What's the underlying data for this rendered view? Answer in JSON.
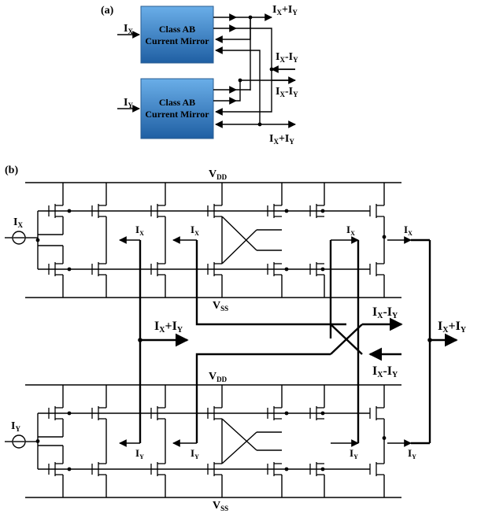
{
  "panels": {
    "a": "(a)",
    "b": "(b)"
  },
  "blocks": [
    {
      "line1": "Class AB",
      "line2": "Current Mirror",
      "input": "I",
      "input_sub": "X"
    },
    {
      "line1": "Class AB",
      "line2": "Current Mirror",
      "input": "I",
      "input_sub": "Y"
    }
  ],
  "outputs_a": [
    {
      "main": "I",
      "s1": "X",
      "op": "+I",
      "s2": "Y"
    },
    {
      "main": "I",
      "s1": "X",
      "op": "-I",
      "s2": "Y"
    },
    {
      "main": "I",
      "s1": "X",
      "op": "-I",
      "s2": "Y"
    },
    {
      "main": "I",
      "s1": "X",
      "op": "+I",
      "s2": "Y"
    }
  ],
  "rails": {
    "vdd": "V",
    "vdd_sub": "DD",
    "vss": "V",
    "vss_sub": "SS"
  },
  "inputs_b": {
    "x": "I",
    "x_sub": "X",
    "y": "I",
    "y_sub": "Y"
  },
  "branch_labels": {
    "x": "I",
    "x_sub": "X",
    "y": "I",
    "y_sub": "Y"
  },
  "outputs_b": [
    {
      "main": "I",
      "s1": "X",
      "op": "+I",
      "s2": "Y"
    },
    {
      "main": "I",
      "s1": "X",
      "op": "-I",
      "s2": "Y"
    },
    {
      "main": "I",
      "s1": "X",
      "op": "-I",
      "s2": "Y"
    },
    {
      "main": "I",
      "s1": "X",
      "op": "+I",
      "s2": "Y"
    }
  ],
  "colors": {
    "block_top": "#5aa0df",
    "block_bottom": "#1f5fa3",
    "line": "#000000"
  }
}
